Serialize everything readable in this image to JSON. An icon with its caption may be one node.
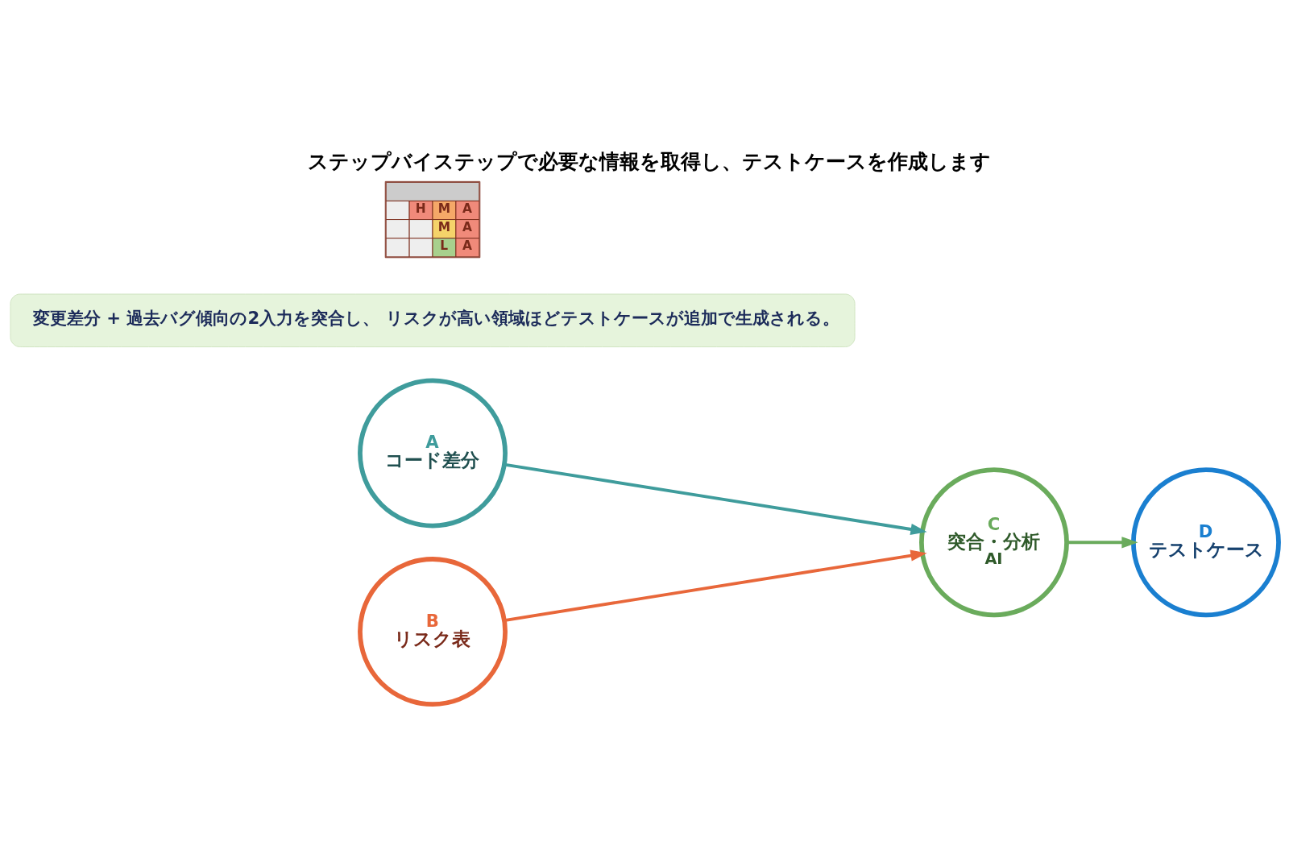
{
  "diagram": {
    "title": "ステップバイステップで必要な情報を取得し、テストケースを作成します",
    "nodes": [
      {
        "text": [
          "A",
          "コード差分"
        ]
      },
      {
        "text": [
          "B",
          "リスク表"
        ]
      },
      {
        "text": [
          "C",
          "突合・分析",
          "AI"
        ]
      },
      {
        "text": [
          "D",
          "テストケース"
        ]
      },
      {
        "text": [
          "変更差分 + 過去バグ傾向の2入力を突合し、 リスクが高い領域ほどテストケースが追加で生成される。"
        ]
      }
    ],
    "edges": [
      {
        "from": 0,
        "to": 2,
        "arrow": "to",
        "color": "#3f9c9c"
      },
      {
        "from": 1,
        "to": 2,
        "arrow": "to",
        "color": "#e8673a"
      },
      {
        "from": 2,
        "to": 3,
        "arrow": "to",
        "color": "#6aab5c"
      }
    ],
    "labels": [
      "H",
      "M",
      "A",
      "M",
      "A",
      "L",
      "A"
    ]
  }
}
